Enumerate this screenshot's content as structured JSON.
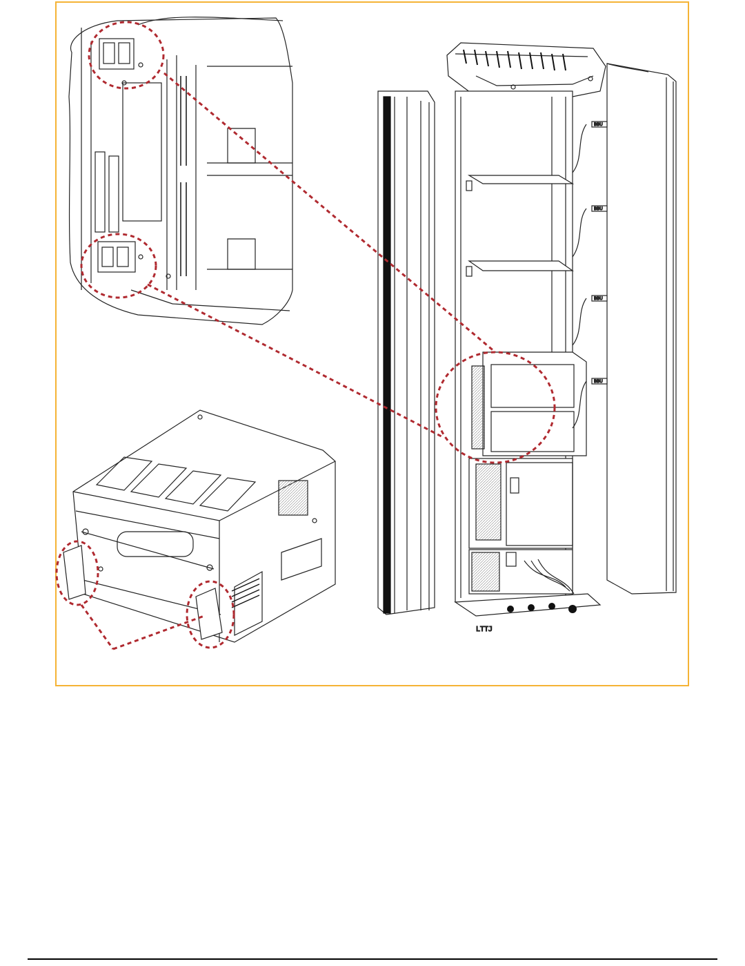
{
  "figure": {
    "frame_color": "#f5b335",
    "callout_color": "#b02a30",
    "bottom_label": "LTTJ",
    "cabinet_labels": [
      "BBU",
      "BBU",
      "BBU",
      "BBU"
    ]
  }
}
